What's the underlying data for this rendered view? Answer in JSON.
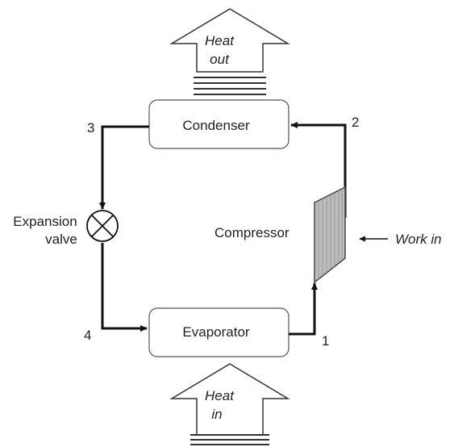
{
  "components": {
    "condenser": "Condenser",
    "evaporator": "Evaporator",
    "compressor": "Compressor",
    "expansion_valve_line1": "Expansion",
    "expansion_valve_line2": "valve"
  },
  "states": {
    "s1": "1",
    "s2": "2",
    "s3": "3",
    "s4": "4"
  },
  "heat_out": {
    "line1": "Heat",
    "line2": "out"
  },
  "heat_in": {
    "line1": "Heat",
    "line2": "in"
  },
  "work_in": "Work in"
}
